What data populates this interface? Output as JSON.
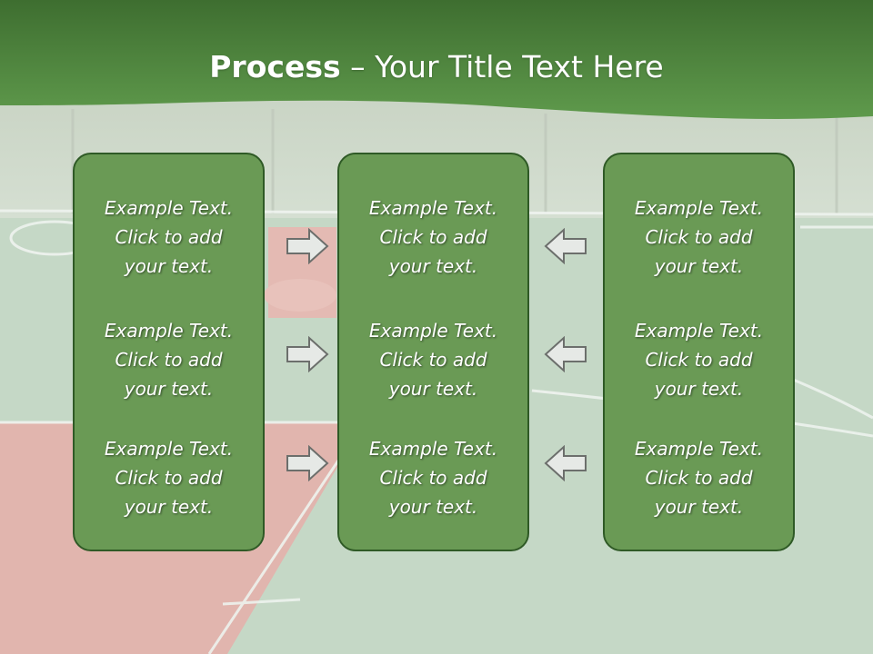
{
  "slide": {
    "title_bold": "Process",
    "title_rest": " – Your Title Text Here"
  },
  "columns": [
    {
      "items": [
        [
          "Example Text.",
          "Click  to add",
          "your text."
        ],
        [
          "Example Text.",
          "Click  to add",
          "your text."
        ],
        [
          "Example Text.",
          "Click  to add",
          "your text."
        ]
      ]
    },
    {
      "items": [
        [
          "Example Text.",
          "Click  to add",
          "your text."
        ],
        [
          "Example Text.",
          "Click  to add",
          "your text."
        ],
        [
          "Example Text.",
          "Click  to add",
          "your text."
        ]
      ]
    },
    {
      "items": [
        [
          "Example Text.",
          "Click  to add",
          "your text."
        ],
        [
          "Example Text.",
          "Click  to add",
          "your text."
        ],
        [
          "Example Text.",
          "Click  to add",
          "your text."
        ]
      ]
    }
  ],
  "arrows": {
    "left_column": [
      "right-arrow-icon",
      "right-arrow-icon",
      "right-arrow-icon"
    ],
    "right_column": [
      "left-arrow-icon",
      "left-arrow-icon",
      "left-arrow-icon"
    ]
  },
  "colors": {
    "header_green": "#4e8a3e",
    "box_fill": "#6a9a55",
    "box_border": "#2f5a26",
    "court_green": "#c7d9c8",
    "court_red": "#e0b7b0"
  }
}
